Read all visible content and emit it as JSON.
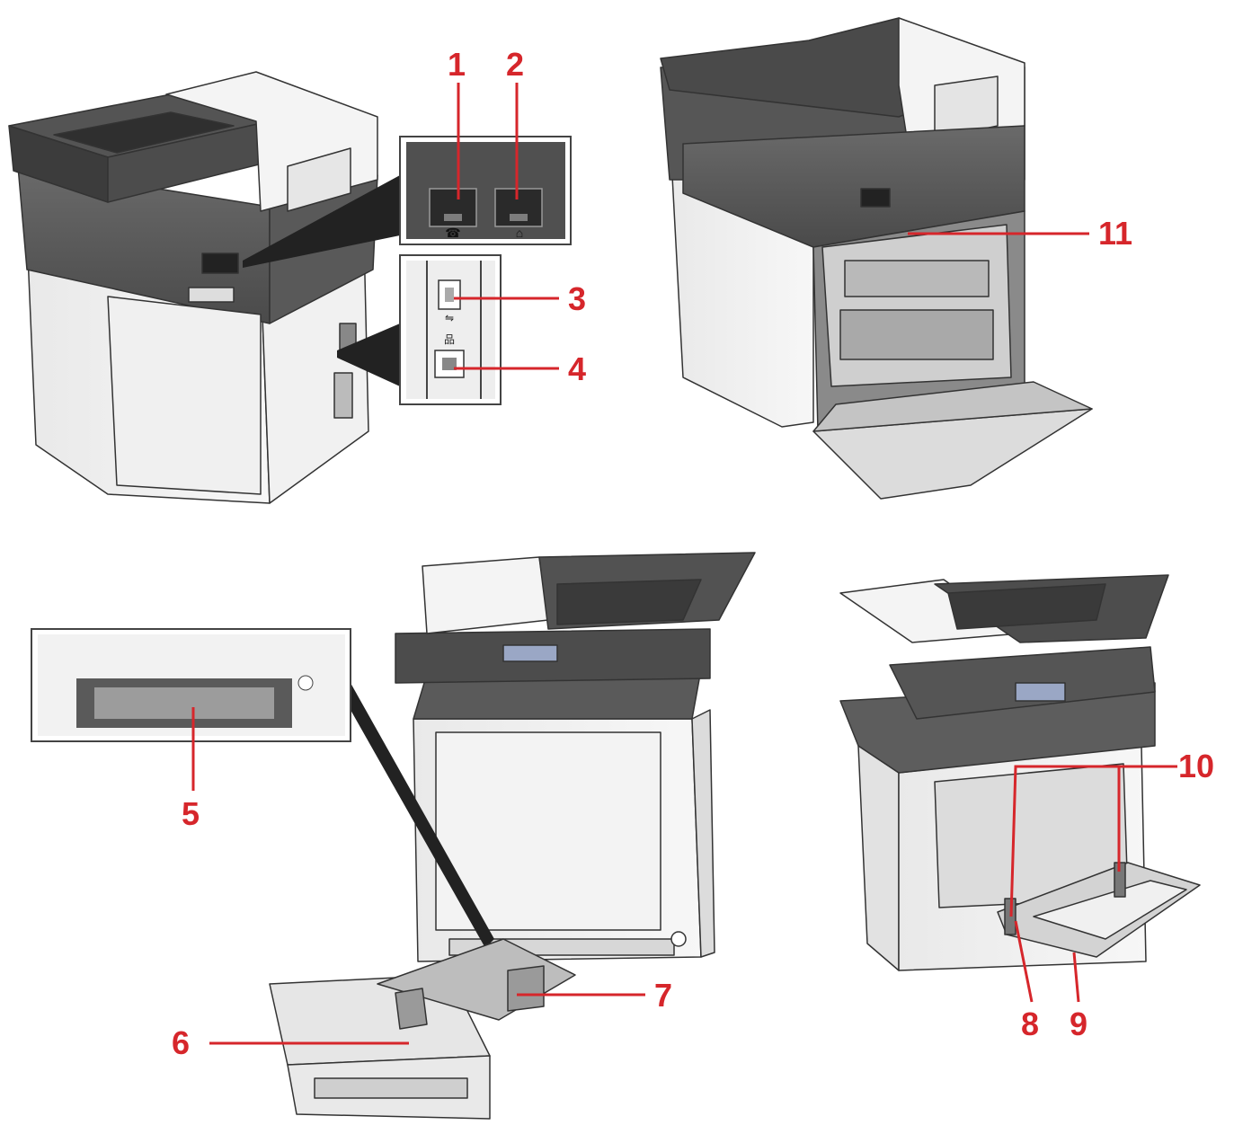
{
  "accent_color": "#d6262b",
  "callouts": [
    {
      "id": "1",
      "label": "1"
    },
    {
      "id": "2",
      "label": "2"
    },
    {
      "id": "3",
      "label": "3"
    },
    {
      "id": "4",
      "label": "4"
    },
    {
      "id": "5",
      "label": "5"
    },
    {
      "id": "6",
      "label": "6"
    },
    {
      "id": "7",
      "label": "7"
    },
    {
      "id": "8",
      "label": "8"
    },
    {
      "id": "9",
      "label": "9"
    },
    {
      "id": "10",
      "label": "10"
    },
    {
      "id": "11",
      "label": "11"
    }
  ],
  "port_symbols": {
    "phone": "☎",
    "home": "⌂",
    "usb": "⇋",
    "network": "品"
  }
}
